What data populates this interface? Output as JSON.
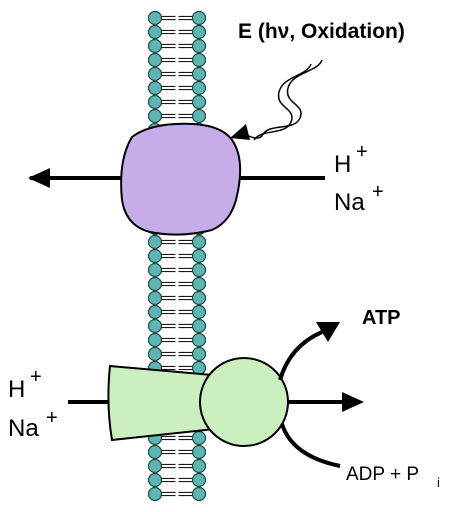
{
  "labels": {
    "energy": "E (hν, Oxidation)",
    "ion_h": "H",
    "ion_na": "Na",
    "plus": "+",
    "atp": "ATP",
    "adp": "ADP + P",
    "adp_sub": "i"
  },
  "colors": {
    "lipid_head": "#5fb5b2",
    "lipid_outline": "#1a4a48",
    "pump_fill": "#c6ace8",
    "synthase_fill": "#ccefc0",
    "stroke": "#000000"
  },
  "icons": {
    "energy_input": "squiggle-arrow-icon",
    "flux": "arrow-icon"
  }
}
